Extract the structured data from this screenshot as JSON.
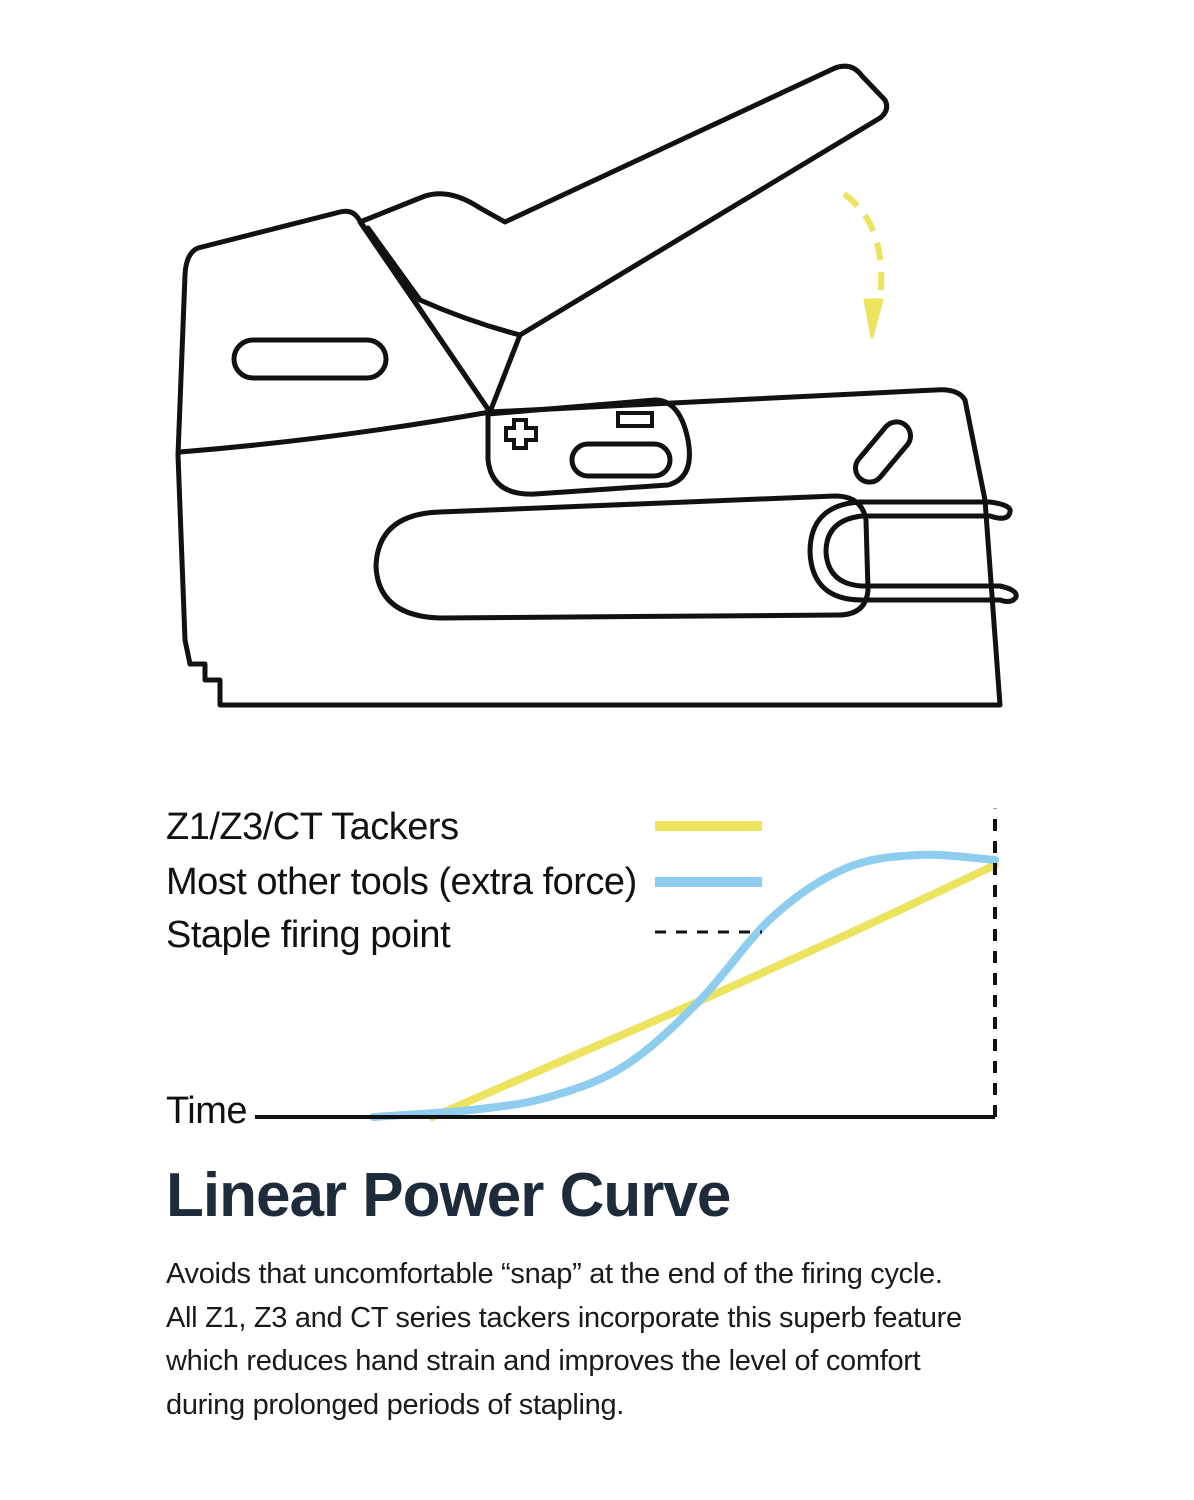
{
  "colors": {
    "tackers": "#ece35f",
    "other_tools": "#8fcdef",
    "outline": "#111111",
    "arrow": "#ece35f",
    "heading": "#1e2b3a"
  },
  "illustration": {
    "icons": [
      "stapler-icon",
      "plus-icon",
      "minus-icon",
      "curved-arrow-icon"
    ]
  },
  "chart_data": {
    "type": "line",
    "xlabel": "Time",
    "ylabel": "",
    "grid": false,
    "legend": "top-left",
    "xlim": [
      0,
      1
    ],
    "ylim": [
      0,
      1
    ],
    "series": [
      {
        "name": "Z1/Z3/CT Tackers",
        "color": "#ece35f",
        "style": "solid",
        "x": [
          0.24,
          0.4,
          0.6,
          0.8,
          1.0
        ],
        "y": [
          0,
          0.2,
          0.45,
          0.71,
          0.98
        ]
      },
      {
        "name": "Most other tools (extra force)",
        "color": "#8fcdef",
        "style": "solid",
        "x": [
          0.16,
          0.3,
          0.4,
          0.5,
          0.6,
          0.7,
          0.8,
          0.9,
          1.0
        ],
        "y": [
          0,
          0.03,
          0.08,
          0.2,
          0.45,
          0.78,
          0.97,
          1.02,
          1.0
        ]
      },
      {
        "name": "Staple firing point",
        "color": "#111111",
        "style": "dashed",
        "x": [
          1.0,
          1.0
        ],
        "y": [
          0,
          1.2
        ]
      }
    ]
  },
  "text": {
    "heading": "Linear Power Curve",
    "body": [
      "Avoids that uncomfortable “snap” at the end of the firing cycle.",
      "All Z1, Z3 and CT series tackers incorporate this superb feature",
      "which reduces hand strain and improves the level of comfort",
      "during prolonged periods of stapling."
    ]
  }
}
